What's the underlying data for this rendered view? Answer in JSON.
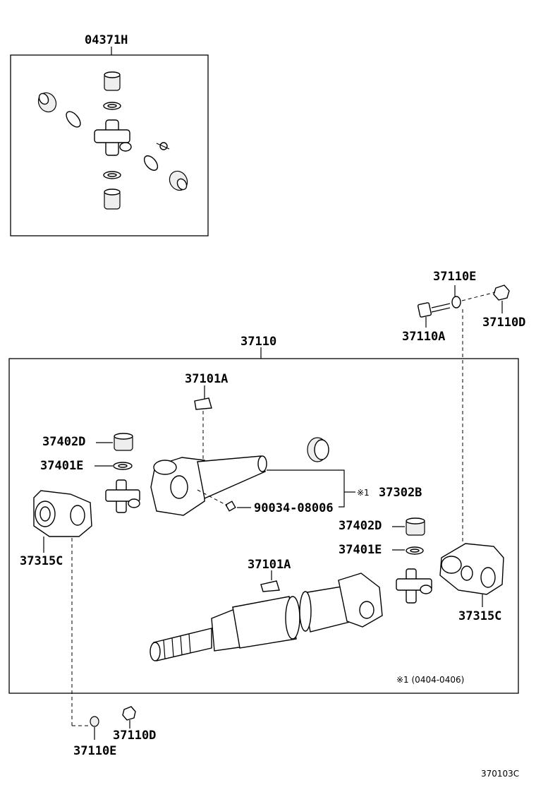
{
  "labels": {
    "kit_uj": "04371H",
    "shaft_assy": "37110",
    "bolt": "37110A",
    "washer_top": "37110E",
    "nut_top": "37110D",
    "washer_bottom": "37110E",
    "nut_bottom": "37110D",
    "balance_weight_top": "37101A",
    "balance_weight_bottom": "37101A",
    "bearing_top": "37402D",
    "snap_ring_top": "37401E",
    "bearing_bottom": "37402D",
    "snap_ring_bottom": "37401E",
    "flange_left": "37315C",
    "flange_right": "37315C",
    "center_bearing_mark": "※1",
    "center_bearing": "37302B",
    "grease_fitting": "90034-08006",
    "footnote": "※1 (0404-0406)",
    "diagram_code": "370103C"
  }
}
